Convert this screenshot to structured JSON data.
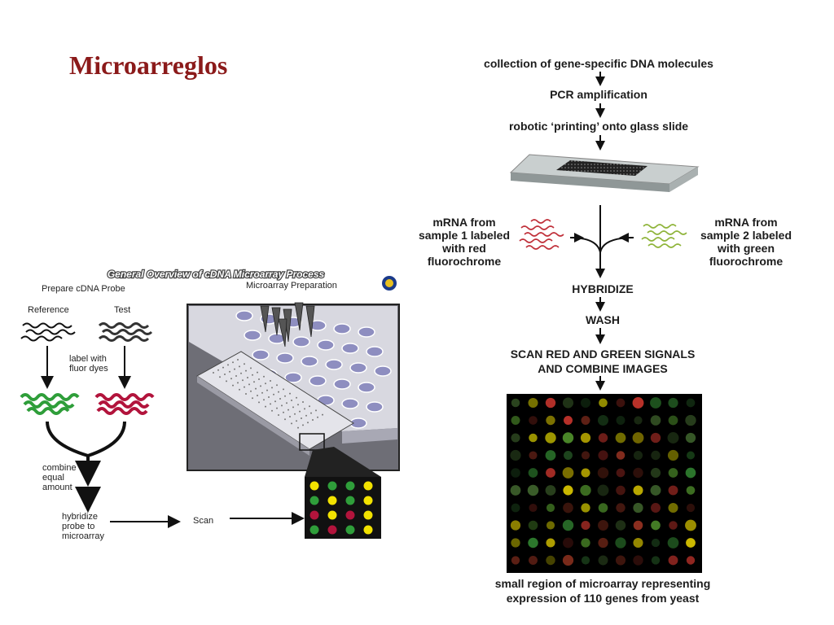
{
  "title": "Microarreglos",
  "left": {
    "header": "General Overview of cDNA Microarray Process",
    "prepare_probe": "Prepare cDNA Probe",
    "microarray_prep": "Microarray Preparation",
    "reference": "Reference",
    "test": "Test",
    "label_dyes": [
      "label with",
      "fluor dyes"
    ],
    "combine": [
      "combine",
      "equal",
      "amount"
    ],
    "hybridize": [
      "hybridize",
      "probe to",
      "microarray"
    ],
    "scan": "Scan",
    "colors": {
      "green": "#2f9e3a",
      "red": "#b2143c",
      "yellow": "#f2e200",
      "plate": "#dcdce6",
      "well": "#8e8ec0"
    }
  },
  "right": {
    "steps": [
      "collection of gene-specific DNA molecules",
      "PCR amplification",
      "robotic ‘printing’ onto glass slide"
    ],
    "sample1": [
      "mRNA from",
      "sample 1 labeled",
      "with red",
      "fluorochrome"
    ],
    "sample2": [
      "mRNA from",
      "sample 2 labeled",
      "with green",
      "fluorochrome"
    ],
    "hybridize": "HYBRIDIZE",
    "wash": "WASH",
    "scan": [
      "SCAN RED AND GREEN SIGNALS",
      "AND COMBINE IMAGES"
    ],
    "caption": [
      "small region of microarray representing",
      "expression of 110 genes from yeast"
    ]
  }
}
